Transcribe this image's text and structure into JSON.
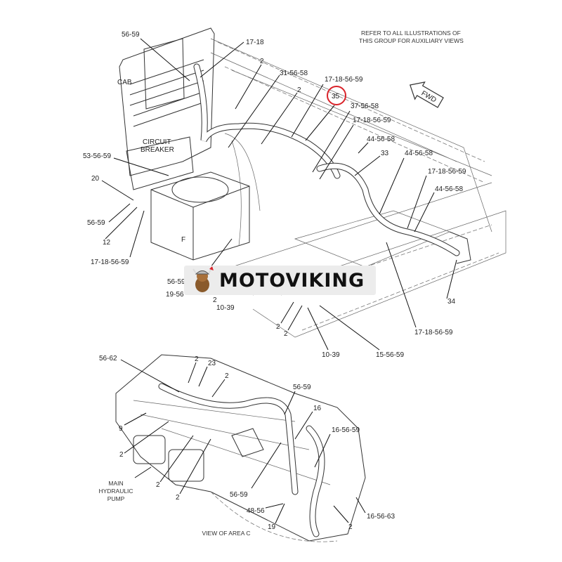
{
  "note": {
    "line1": "REFER TO ALL ILLUSTRATIONS OF",
    "line2": "THIS GROUP FOR AUXILIARY VIEWS"
  },
  "fwd_label": "FWD",
  "highlight_color": "#d9232a",
  "top_view": {
    "labels": [
      "56-59",
      "17-18",
      "2",
      "CAB",
      "31-56-58",
      "2",
      "17-18-56-59",
      "35",
      "37-56-58",
      "17-18-56-59",
      "44-56-58",
      "33",
      "44-56-58",
      "17-18-56-59",
      "44-56-58",
      "CIRCUIT",
      "BREAKER",
      "53-56-59",
      "20",
      "56-59",
      "12",
      "17-18-56-59",
      "F",
      "56-59",
      "19-56",
      "2",
      "10-39",
      "34",
      "2",
      "2",
      "10-39",
      "15-56-59",
      "17-18-56-59"
    ]
  },
  "bottom_view": {
    "labels": [
      "56-62",
      "2",
      "23",
      "2",
      "56-59",
      "16",
      "16-56-59",
      "9",
      "2",
      "MAIN",
      "HYDRAULIC",
      "PUMP",
      "2",
      "2",
      "56-59",
      "48-56",
      "19",
      "2",
      "16-56-63"
    ],
    "caption": "VIEW OF AREA C"
  },
  "watermark": {
    "text": "MOTOVIKING"
  }
}
